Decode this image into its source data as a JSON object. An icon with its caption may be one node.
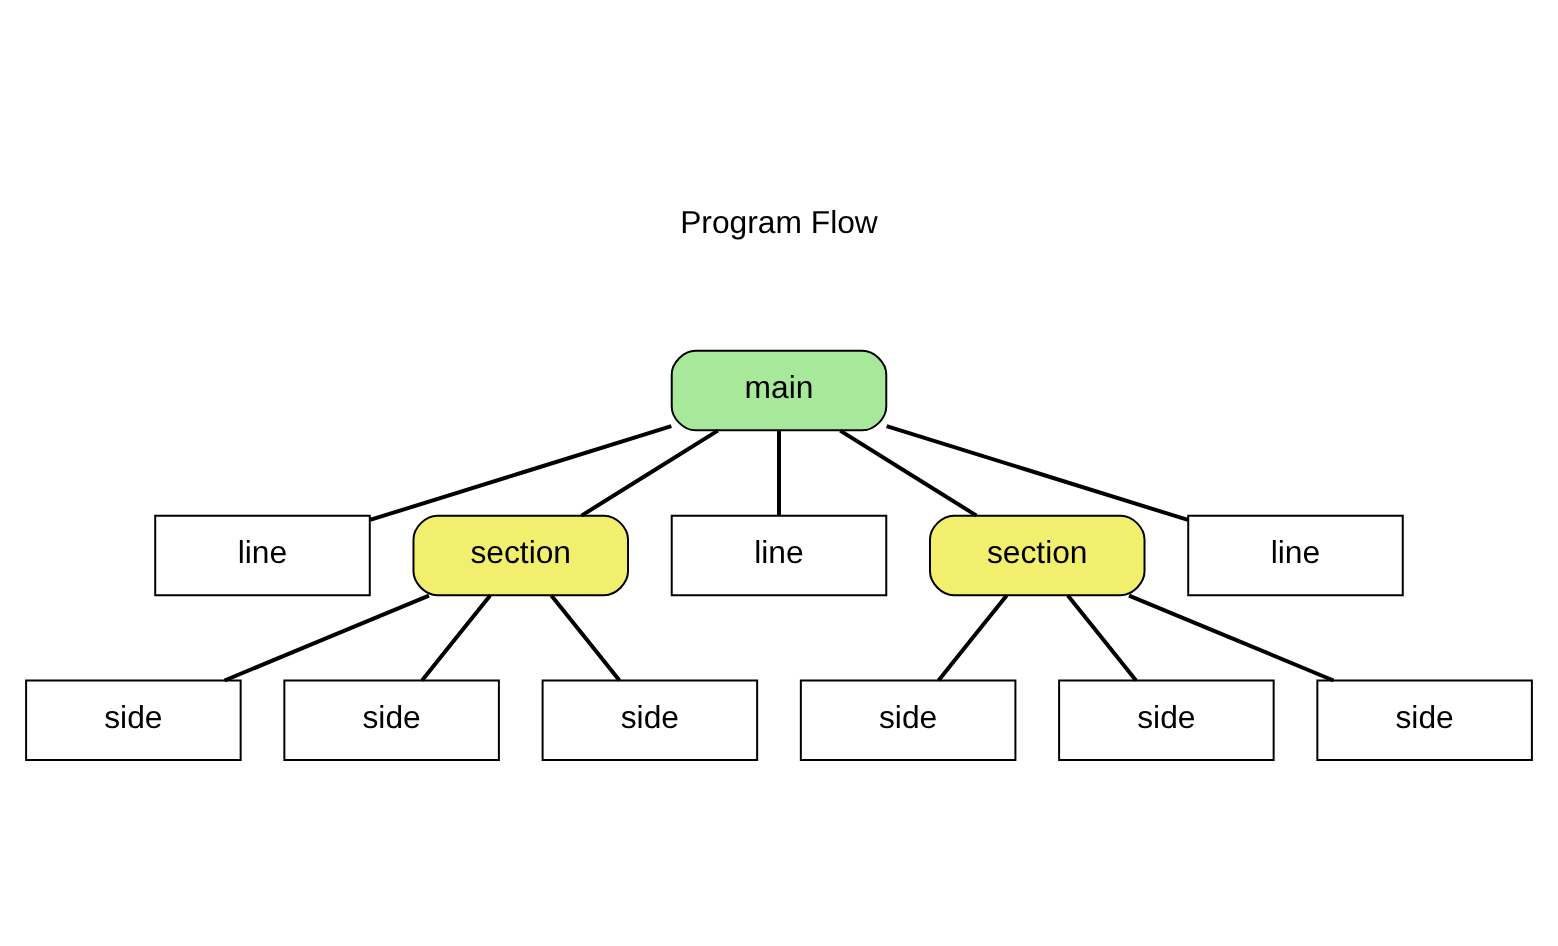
{
  "diagram": {
    "nodes": [
      {
        "text": [
          "main"
        ]
      },
      {
        "text": [
          "line"
        ]
      },
      {
        "text": [
          "section"
        ]
      },
      {
        "text": [
          "line"
        ]
      },
      {
        "text": [
          "section"
        ]
      },
      {
        "text": [
          "line"
        ]
      },
      {
        "text": [
          "side"
        ]
      },
      {
        "text": [
          "side"
        ]
      },
      {
        "text": [
          "side"
        ]
      },
      {
        "text": [
          "side"
        ]
      },
      {
        "text": [
          "side"
        ]
      },
      {
        "text": [
          "side"
        ]
      }
    ],
    "edges": [
      {
        "from": 0,
        "to": 1,
        "arrow": "none"
      },
      {
        "from": 0,
        "to": 2,
        "arrow": "none"
      },
      {
        "from": 0,
        "to": 3,
        "arrow": "none"
      },
      {
        "from": 0,
        "to": 4,
        "arrow": "none"
      },
      {
        "from": 0,
        "to": 5,
        "arrow": "none"
      },
      {
        "from": 2,
        "to": 6,
        "arrow": "none"
      },
      {
        "from": 2,
        "to": 7,
        "arrow": "none"
      },
      {
        "from": 2,
        "to": 8,
        "arrow": "none"
      },
      {
        "from": 4,
        "to": 9,
        "arrow": "none"
      },
      {
        "from": 4,
        "to": 10,
        "arrow": "none"
      },
      {
        "from": 4,
        "to": 11,
        "arrow": "none"
      }
    ],
    "labels": [
      "Program Flow"
    ]
  }
}
